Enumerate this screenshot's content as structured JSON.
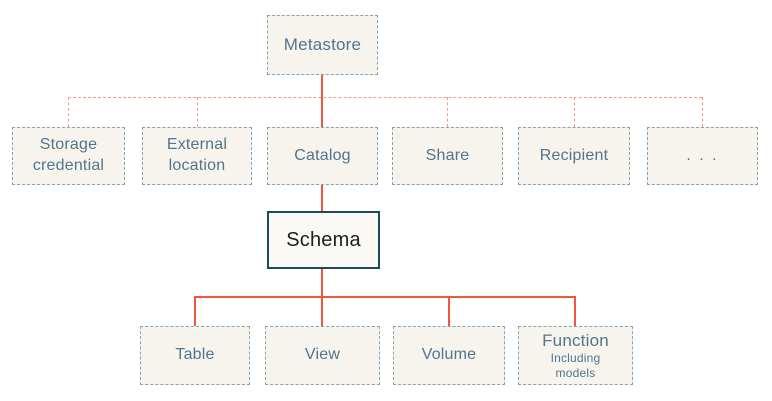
{
  "nodes": {
    "metastore": {
      "label": "Metastore"
    },
    "storage_credential": {
      "label": "Storage credential"
    },
    "external_location": {
      "label": "External location"
    },
    "catalog": {
      "label": "Catalog"
    },
    "share": {
      "label": "Share"
    },
    "recipient": {
      "label": "Recipient"
    },
    "ellipsis": {
      "label": ". . ."
    },
    "schema": {
      "label": "Schema"
    },
    "table": {
      "label": "Table"
    },
    "view": {
      "label": "View"
    },
    "volume": {
      "label": "Volume"
    },
    "function": {
      "label": "Function",
      "sublabel": "Including models"
    }
  },
  "edges": [
    {
      "from": "Metastore",
      "to": "Storage credential",
      "style": "dotted"
    },
    {
      "from": "Metastore",
      "to": "External location",
      "style": "dotted"
    },
    {
      "from": "Metastore",
      "to": "Catalog",
      "style": "solid"
    },
    {
      "from": "Metastore",
      "to": "Share",
      "style": "dotted"
    },
    {
      "from": "Metastore",
      "to": "Recipient",
      "style": "dotted"
    },
    {
      "from": "Metastore",
      "to": "...",
      "style": "dotted"
    },
    {
      "from": "Catalog",
      "to": "Schema",
      "style": "solid"
    },
    {
      "from": "Schema",
      "to": "Table",
      "style": "solid"
    },
    {
      "from": "Schema",
      "to": "View",
      "style": "solid"
    },
    {
      "from": "Schema",
      "to": "Volume",
      "style": "solid"
    },
    {
      "from": "Schema",
      "to": "Function",
      "style": "solid"
    }
  ],
  "colors": {
    "background": "#ffffff",
    "box_fill": "#f7f4ee",
    "box_border": "#8ba1af",
    "label_text": "#51758a",
    "connector_solid": "#f2553b",
    "connector_dotted": "#f79a89",
    "schema_border": "#1b4a5c",
    "schema_text": "#1d1d1f"
  }
}
